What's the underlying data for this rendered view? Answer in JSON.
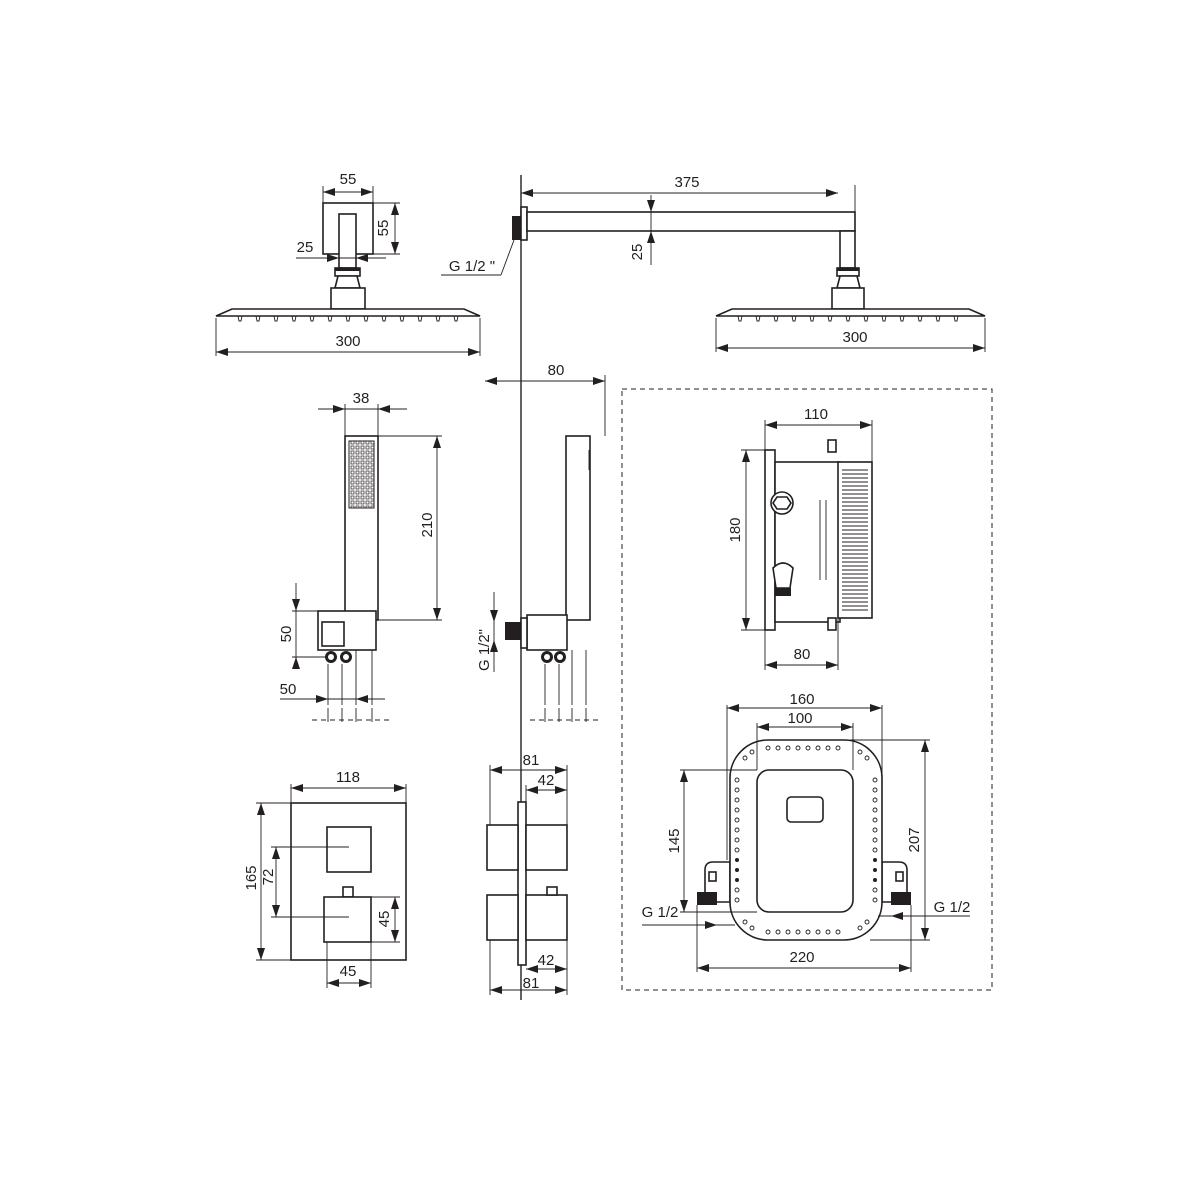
{
  "colors": {
    "line": "#231f20",
    "background": "#ffffff"
  },
  "overhead_front": {
    "bracket_width": "55",
    "bracket_height": "55",
    "arm_width": "25",
    "head_width": "300"
  },
  "overhead_side": {
    "arm_length": "375",
    "arm_height": "25",
    "thread": "G 1/2 \"",
    "head_width": "300"
  },
  "hand_shower_front": {
    "width": "38",
    "height": "210",
    "holder_height": "50",
    "holder_offset": "50"
  },
  "hand_shower_side": {
    "depth": "80",
    "thread": "G 1/2\""
  },
  "valve_box": {
    "width": "110",
    "height": "180",
    "depth": "80"
  },
  "mounting_frame": {
    "outer_width": "160",
    "inner_width": "100",
    "inner_height": "145",
    "outer_height": "207",
    "thread_left": "G 1/2",
    "thread_right": "G 1/2",
    "total_width": "220"
  },
  "thermostat_front": {
    "width": "118",
    "height": "165",
    "knob_spacing": "72",
    "knob_height": "45",
    "knob_width": "45"
  },
  "thermostat_side": {
    "top_depth_total": "81",
    "top_depth_knob": "42",
    "bottom_depth_knob": "42",
    "bottom_depth_total": "81"
  }
}
